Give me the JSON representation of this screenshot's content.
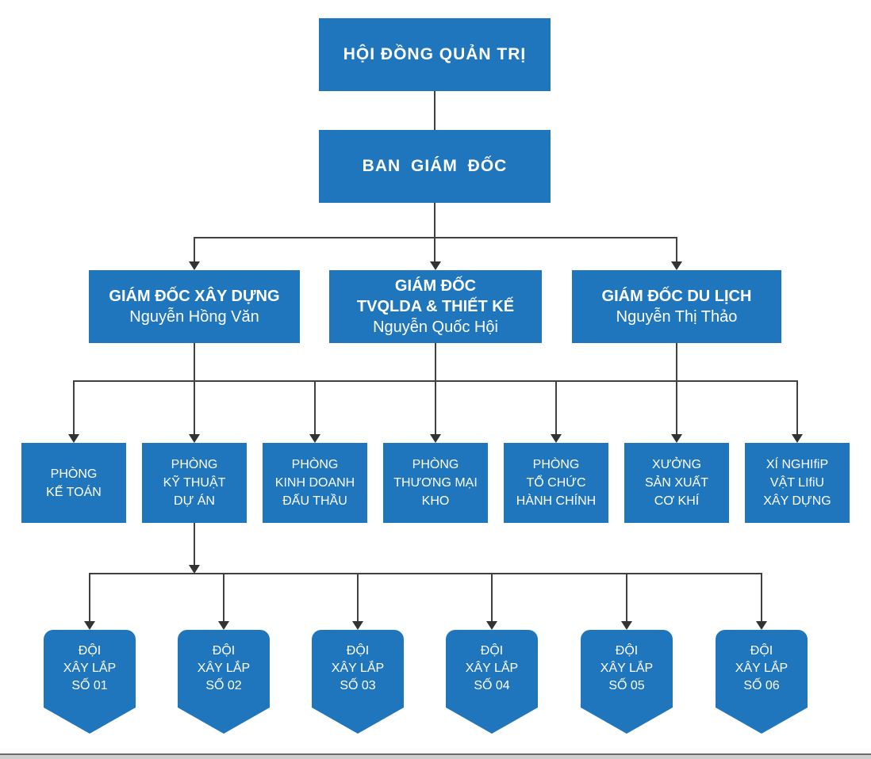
{
  "colors": {
    "node_blue": "#1F76BC",
    "connector_gray": "#404040",
    "arrowhead": "#333333",
    "node_text": "#FFFFFF",
    "background": "#FFFFFF",
    "footer_line": "#6A6A6A",
    "footer_strip": "#CFCFCF"
  },
  "org": {
    "root": "HỘI ĐỒNG QUẢN TRỊ",
    "board": "BAN GIÁM ĐỐC",
    "directors": [
      {
        "title_lines": [
          "GIÁM ĐỐC XÂY DỰNG"
        ],
        "name": "Nguyễn Hồng Văn"
      },
      {
        "title_lines": [
          "GIÁM ĐỐC",
          "TVQLDA & THIẾT KẾ"
        ],
        "name": "Nguyễn Quốc Hội"
      },
      {
        "title_lines": [
          "GIÁM ĐỐC DU LỊCH"
        ],
        "name": "Nguyễn Thị Thảo"
      }
    ],
    "departments": [
      {
        "lines": [
          "PHÒNG",
          "KẾ TOÁN"
        ]
      },
      {
        "lines": [
          "PHÒNG",
          "KỸ THUẬT",
          "DỰ ÁN"
        ]
      },
      {
        "lines": [
          "PHÒNG",
          "KINH DOANH",
          "ĐẤU THẦU"
        ]
      },
      {
        "lines": [
          "PHÒNG",
          "THƯƠNG MẠI",
          "KHO"
        ]
      },
      {
        "lines": [
          "PHÒNG",
          "TỔ CHỨC",
          "HÀNH CHÍNH"
        ]
      },
      {
        "lines": [
          "XƯỞNG",
          "SẢN XUẤT",
          "CƠ KHÍ"
        ]
      },
      {
        "lines": [
          "XÍ NGHIfiP",
          "VẬT LIfiU",
          "XÂY DỰNG"
        ]
      }
    ],
    "teams": [
      {
        "lines": [
          "ĐỘI",
          "XÂY LẮP",
          "SỐ 01"
        ]
      },
      {
        "lines": [
          "ĐỘI",
          "XÂY LẮP",
          "SỐ 02"
        ]
      },
      {
        "lines": [
          "ĐỘI",
          "XÂY LẮP",
          "SỐ 03"
        ]
      },
      {
        "lines": [
          "ĐỘI",
          "XÂY LẮP",
          "SỐ 04"
        ]
      },
      {
        "lines": [
          "ĐỘI",
          "XÂY LẮP",
          "SỐ 05"
        ]
      },
      {
        "lines": [
          "ĐỘI",
          "XÂY LẮP",
          "SỐ 06"
        ]
      }
    ]
  }
}
